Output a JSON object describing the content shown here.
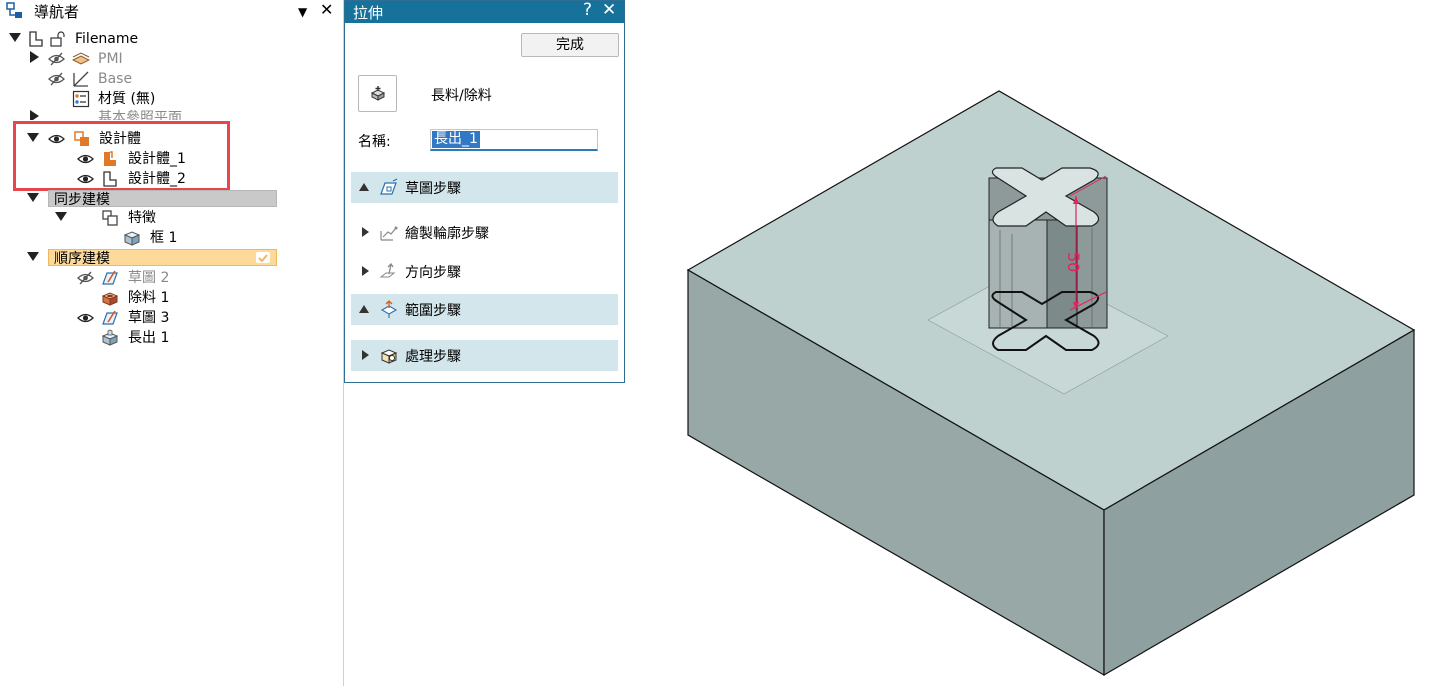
{
  "navigator": {
    "title": "導航者",
    "pin_label": "▼",
    "close_label": "✕",
    "tree": {
      "filename": "Filename",
      "pmi": "PMI",
      "base": "Base",
      "material": "材質 (無)",
      "base_planes": "基本參照平面",
      "design_body": "設計體",
      "design_body_1": "設計體_1",
      "design_body_2": "設計體_2",
      "sync_modeling": "同步建模",
      "features": "特徵",
      "box1": "框 1",
      "ordered_modeling": "順序建模",
      "sketch2": "草圖 2",
      "cut1": "除料 1",
      "sketch3": "草圖 3",
      "extrude1": "長出 1"
    }
  },
  "dialog": {
    "title": "拉伸",
    "help_label": "?",
    "close_label": "✕",
    "done_label": "完成",
    "mode_label": "長料/除料",
    "name_label": "名稱:",
    "name_value": "長出_1",
    "steps": {
      "sketch": "草圖步驟",
      "draw_profile": "繪製輪廓步驟",
      "direction": "方向步驟",
      "extent": "範圍步驟",
      "treatment": "處理步驟"
    }
  },
  "viewport": {
    "dimension_value": "50",
    "colors": {
      "box_top": "#bfd1cf",
      "box_left": "#97a8a7",
      "box_right": "#8fa0a0",
      "dimension": "#e0245e"
    }
  }
}
